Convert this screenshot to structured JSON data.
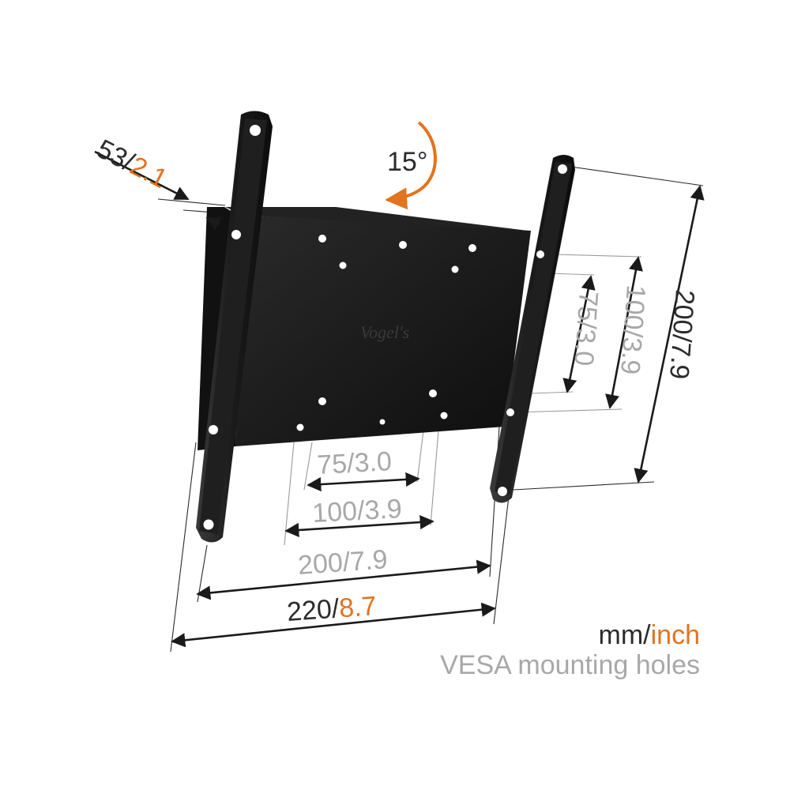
{
  "dimensions": {
    "depth": {
      "mm": "53",
      "sep": "/",
      "inch": "2.1"
    },
    "tilt": {
      "value": "15°"
    },
    "vesa_h_75": {
      "mm": "75",
      "sep": "/",
      "inch": "3.0"
    },
    "vesa_h_100": {
      "mm": "100",
      "sep": "/",
      "inch": "3.9"
    },
    "vesa_h_200": {
      "mm": "200",
      "sep": "/",
      "inch": "7.9"
    },
    "width_220": {
      "mm": "220",
      "sep": "/",
      "inch": "8.7"
    },
    "vesa_v_75": {
      "mm": "75",
      "sep": "/",
      "inch": "3.0"
    },
    "vesa_v_100": {
      "mm": "100",
      "sep": "/",
      "inch": "3.9"
    },
    "vesa_v_200": {
      "mm": "200",
      "sep": "/",
      "inch": "7.9"
    }
  },
  "legend": {
    "unit_mm": "mm",
    "unit_sep": "/",
    "unit_inch": "inch",
    "caption": "VESA mounting holes"
  },
  "colors": {
    "accent": "#e2731f",
    "dark_text": "#2b2b2b",
    "light_text": "#a8a8a8",
    "bracket": "#151515"
  }
}
